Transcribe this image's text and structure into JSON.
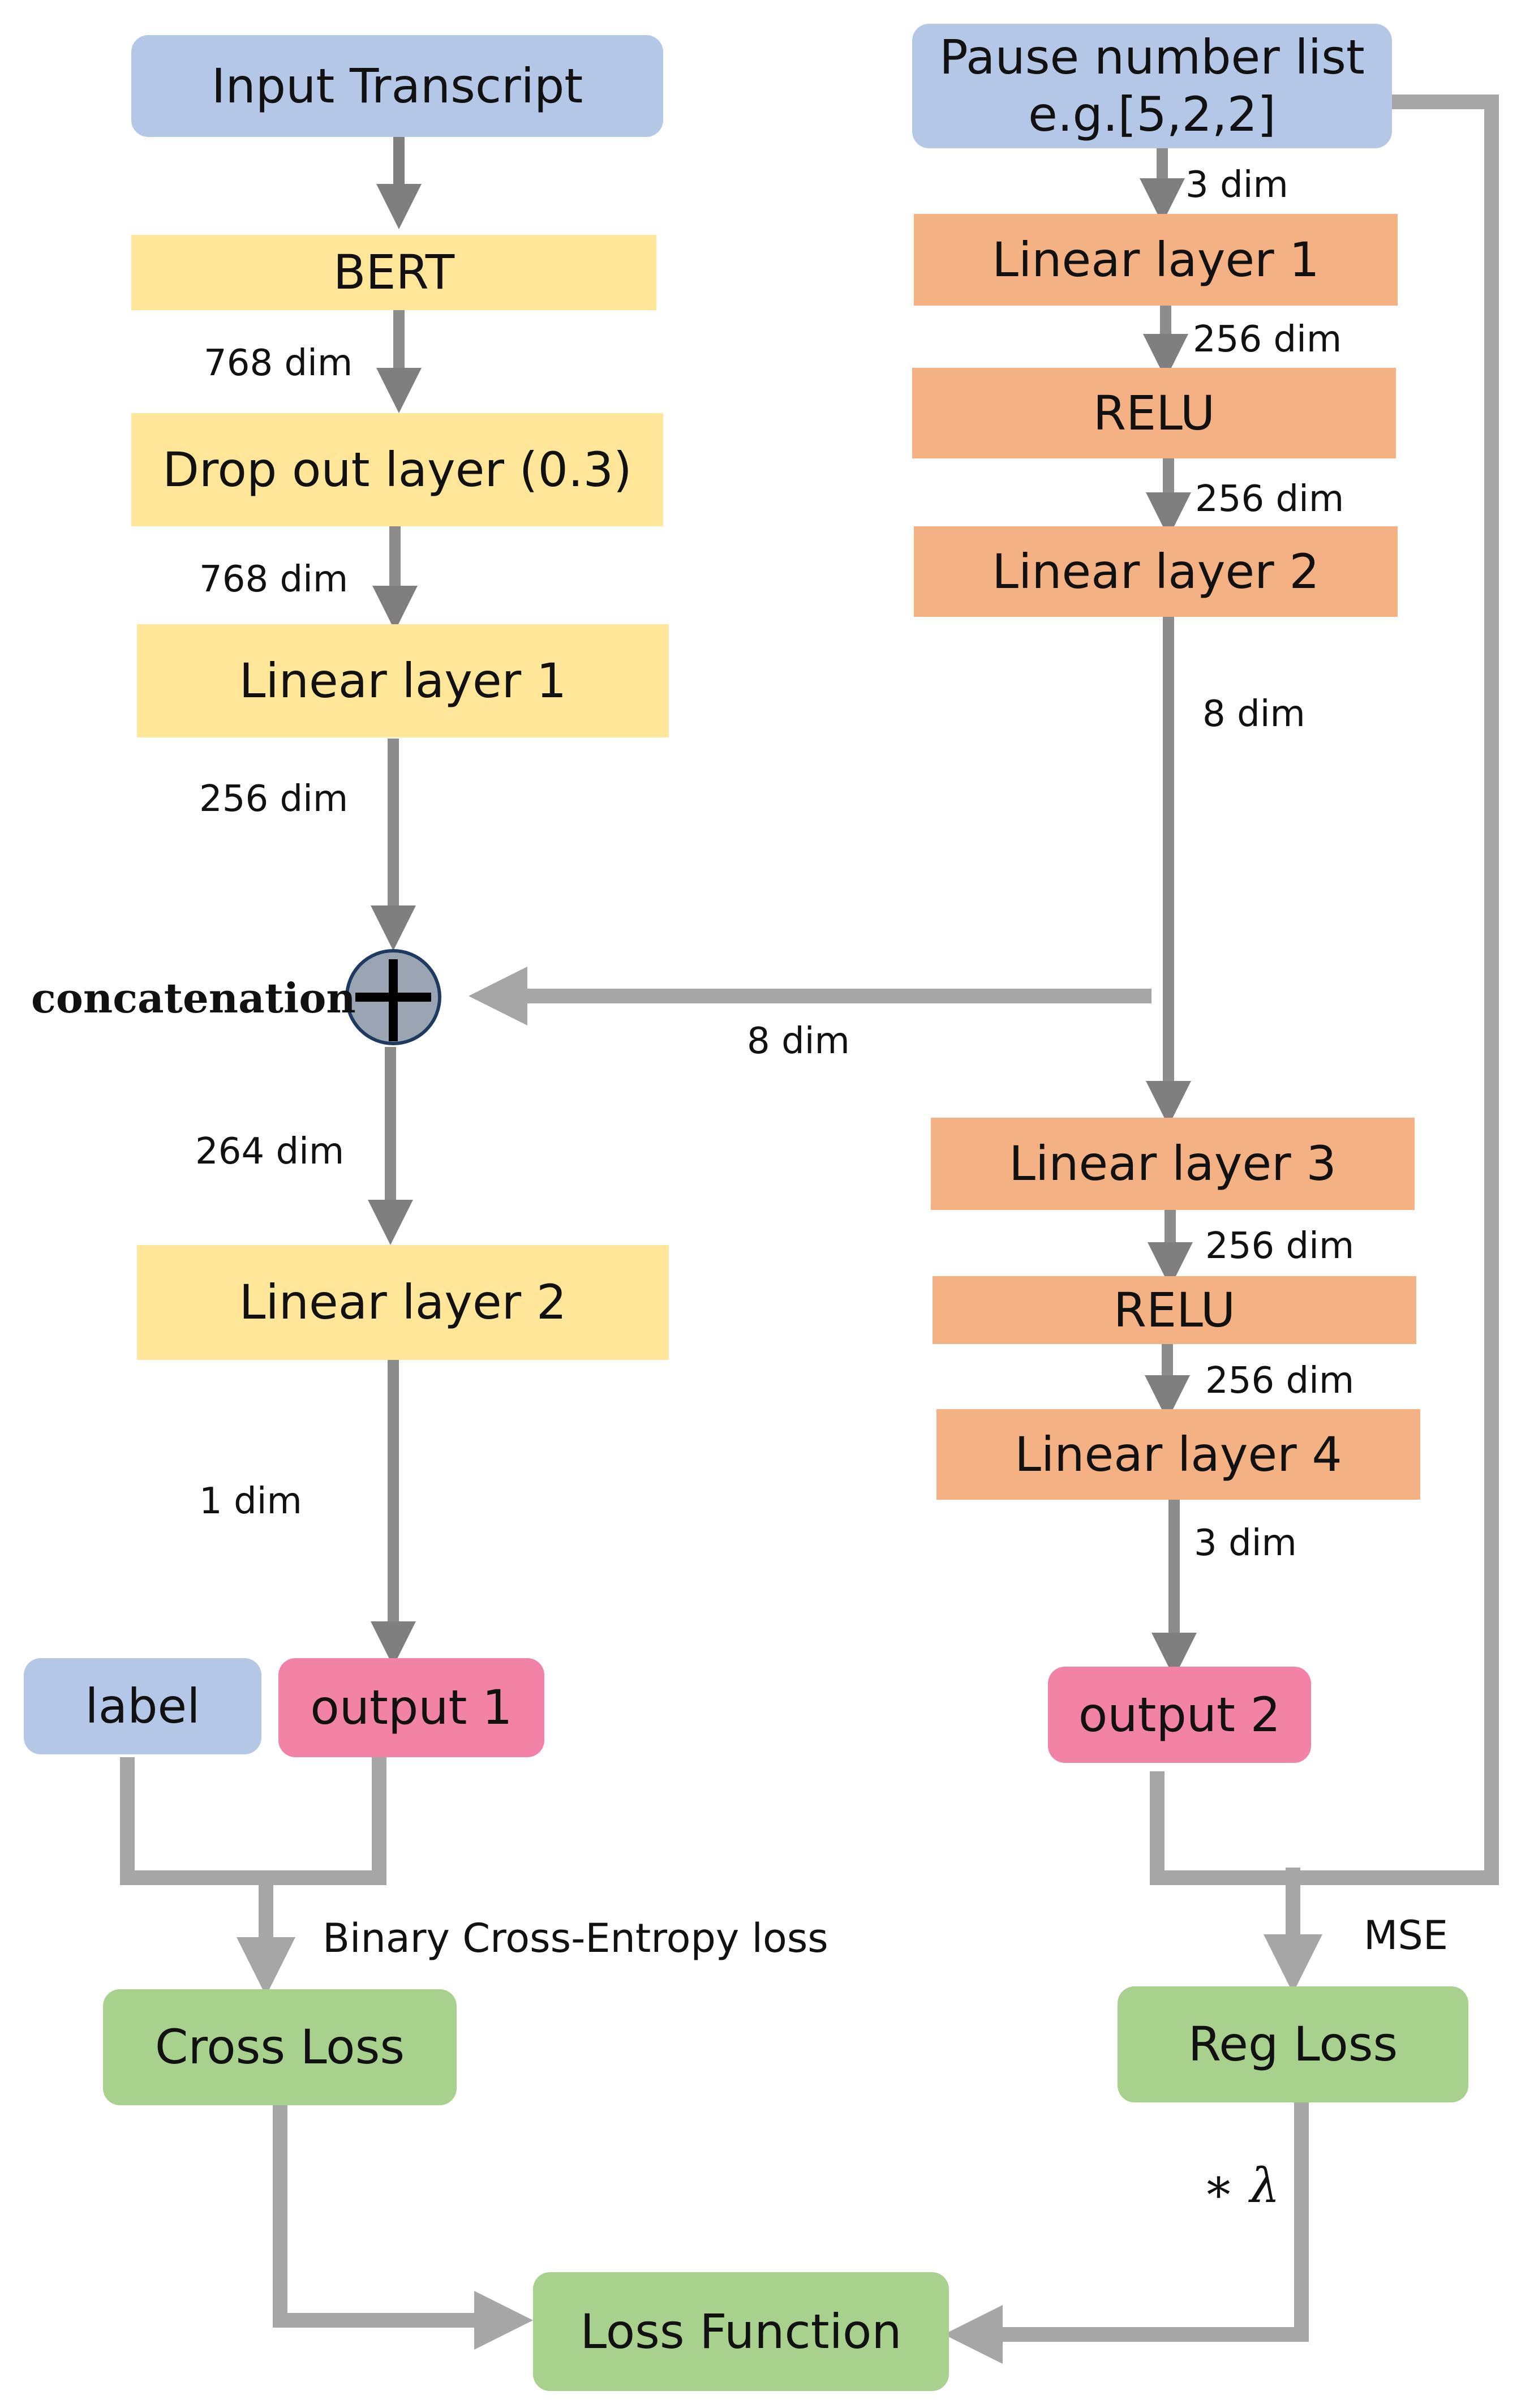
{
  "boxes": {
    "input_transcript": "Input Transcript",
    "pause_list_line1": "Pause number list",
    "pause_list_line2": "e.g.[5,2,2]",
    "bert": "BERT",
    "dropout": "Drop out layer (0.3)",
    "left_linear1": "Linear layer 1",
    "left_linear2": "Linear layer 2",
    "right_linear1": "Linear layer 1",
    "right_relu1": "RELU",
    "right_linear2": "Linear layer 2",
    "right_linear3": "Linear layer 3",
    "right_relu2": "RELU",
    "right_linear4": "Linear layer 4",
    "label": "label",
    "output1": "output 1",
    "output2": "output 2",
    "cross_loss": "Cross Loss",
    "reg_loss": "Reg Loss",
    "loss_function": "Loss Function"
  },
  "labels": {
    "dim_768_a": "768 dim",
    "dim_768_b": "768 dim",
    "dim_256_left": "256 dim",
    "dim_264": "264 dim",
    "dim_1": "1 dim",
    "dim_3_top": "3 dim",
    "dim_256_r1": "256 dim",
    "dim_256_r2": "256 dim",
    "dim_8_right": "8 dim",
    "dim_8_concat": "8 dim",
    "dim_256_r3": "256 dim",
    "dim_256_r4": "256 dim",
    "dim_3_bottom": "3 dim",
    "concatenation": "concatenation",
    "bce_loss": "Binary Cross-Entropy loss",
    "mse": "MSE",
    "lambda": "∗ λ"
  },
  "colors": {
    "blue": "#b4c7e7",
    "yellow": "#ffe699",
    "orange": "#f4b183",
    "pink": "#f283a6",
    "green": "#a9d18e",
    "arrow": "#a6a6a6",
    "plus_circle": "#9aa4b2"
  }
}
